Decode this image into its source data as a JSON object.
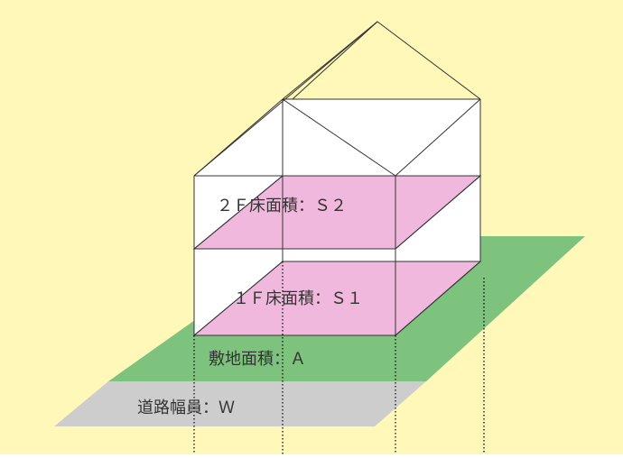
{
  "colors": {
    "background": "#FFF8B8",
    "road": "#CDCDCD",
    "site": "#7DC27D",
    "floor": "#F1B8DD",
    "wall": "#FFFFFF",
    "line": "#333333",
    "text": "#333333"
  },
  "labels": {
    "floor2": "２Ｆ床面積：Ｓ２",
    "floor1": "１Ｆ床面積：Ｓ１",
    "site": "敷地面積：Ａ",
    "road": "道路幅員：Ｗ"
  }
}
